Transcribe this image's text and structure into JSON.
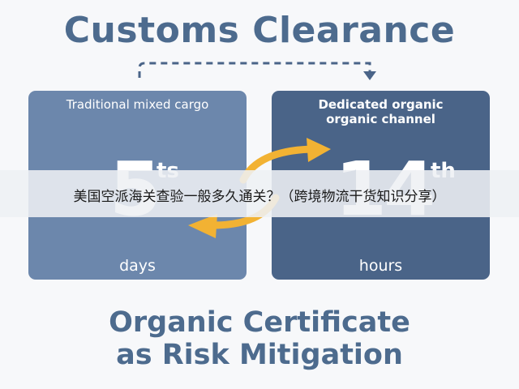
{
  "header": {
    "title": "Customs Clearance"
  },
  "panels": {
    "left": {
      "title": "Traditional mixed cargo",
      "number": "5",
      "suffix": "ts",
      "unit": "days"
    },
    "right": {
      "title_line1": "Dedicated organic",
      "title_line2": "organic channel",
      "number": "14",
      "suffix": "th",
      "unit": "hours"
    }
  },
  "overlay": {
    "text": "美国空派海关查验一般多久通关？（跨境物流干货知识分享）"
  },
  "footer": {
    "line1": "Organic Certificate",
    "line2": "as Risk Mitigation"
  },
  "colors": {
    "title": "#4d6b8e",
    "panel_left": "#6c87ac",
    "panel_right": "#4a6488",
    "arrow": "#f2b233",
    "dashed_arrow": "#4a6488"
  },
  "icons": {
    "flow_arrow": "dashed-arrow-icon",
    "swap": "swap-arrows-icon"
  }
}
